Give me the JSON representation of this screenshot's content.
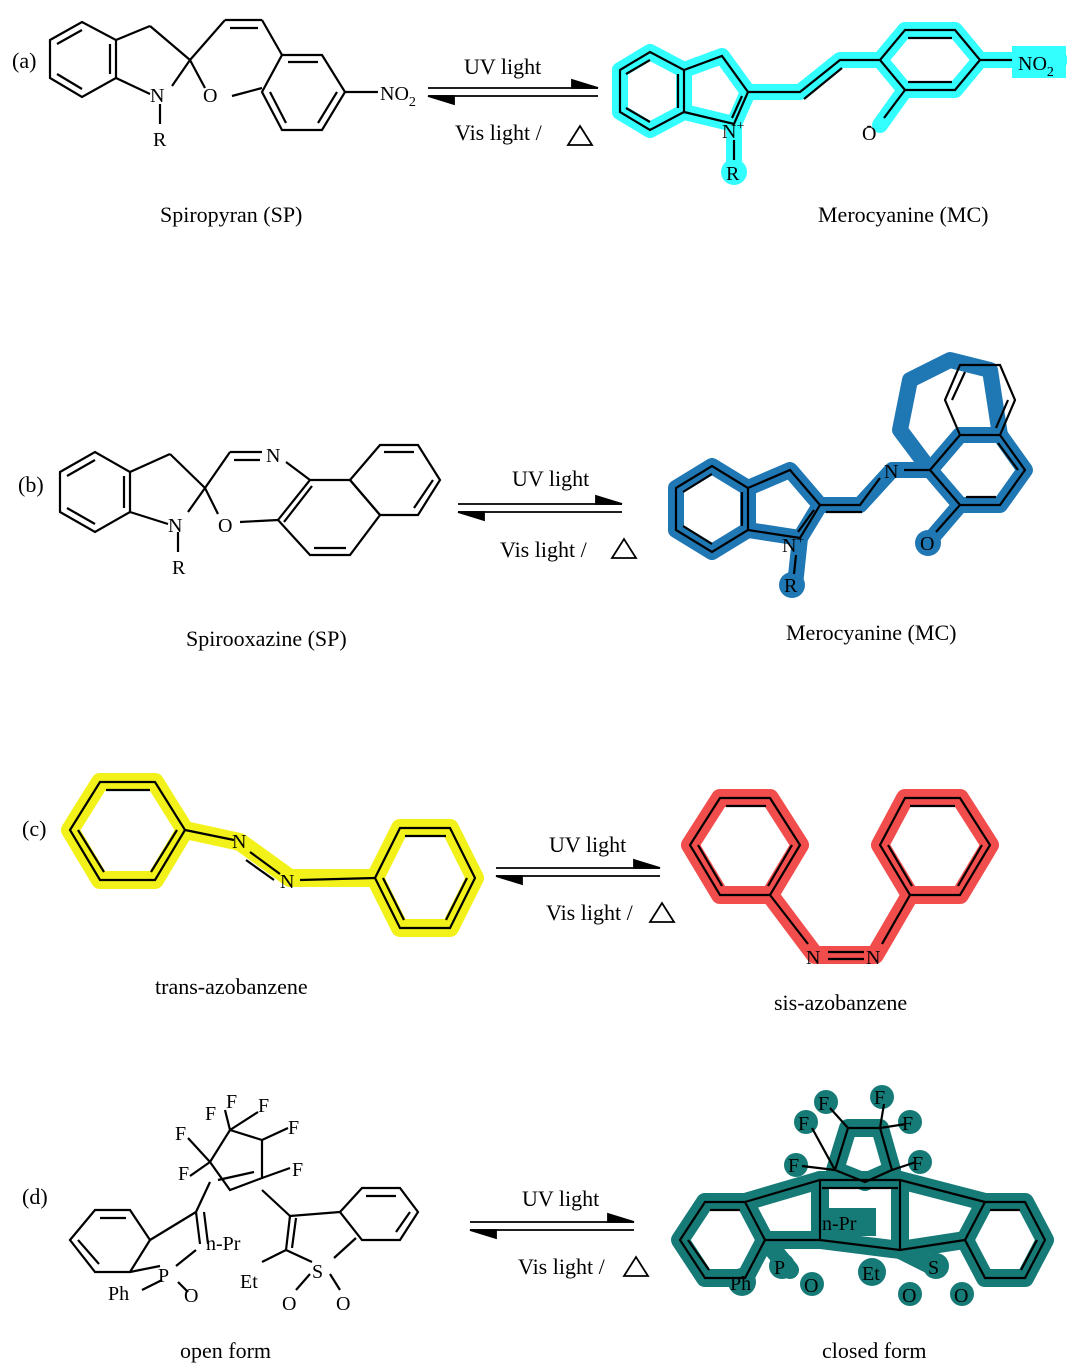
{
  "colors": {
    "sp_mc_highlight": "#33ffff",
    "spo_mc_highlight": "#1f77b4",
    "trans_highlight": "#f2f21a",
    "cis_highlight": "#f24d4d",
    "closed_highlight": "#167a77",
    "ink": "#000000"
  },
  "panels": [
    {
      "tag": "(a)",
      "condition_forward": "UV light",
      "condition_back_text": "Vis light /",
      "left_name": "Spiropyran (SP)",
      "right_name": "Merocyanine (MC)",
      "atoms": {
        "n": "N",
        "o": "O",
        "r": "R",
        "no2_left": "NO",
        "no2_right": "NO",
        "sub2": "2",
        "n_plus": "N",
        "plus": "+",
        "o_minus": "O",
        "minus": "-"
      }
    },
    {
      "tag": "(b)",
      "condition_forward": "UV light",
      "condition_back_text": "Vis light /",
      "left_name": "Spirooxazine (SP)",
      "right_name": "Merocyanine (MC)",
      "atoms": {
        "n": "N",
        "o": "O",
        "r": "R",
        "n_imine": "N",
        "n_plus": "N",
        "plus": "+",
        "o_keto": "O",
        "n_bridge": "N"
      }
    },
    {
      "tag": "(c)",
      "condition_forward": "UV light",
      "condition_back_text": "Vis light /",
      "left_name": "trans-azobanzene",
      "right_name": "sis-azobanzene",
      "atoms": {
        "n": "N"
      }
    },
    {
      "tag": "(d)",
      "condition_forward": "UV light",
      "condition_back_text": "Vis light /",
      "left_name": "open form",
      "right_name": "closed form",
      "atoms": {
        "f": "F",
        "p": "P",
        "s": "S",
        "o": "O",
        "ph": "Ph",
        "et": "Et",
        "npr": "n-Pr"
      }
    }
  ]
}
